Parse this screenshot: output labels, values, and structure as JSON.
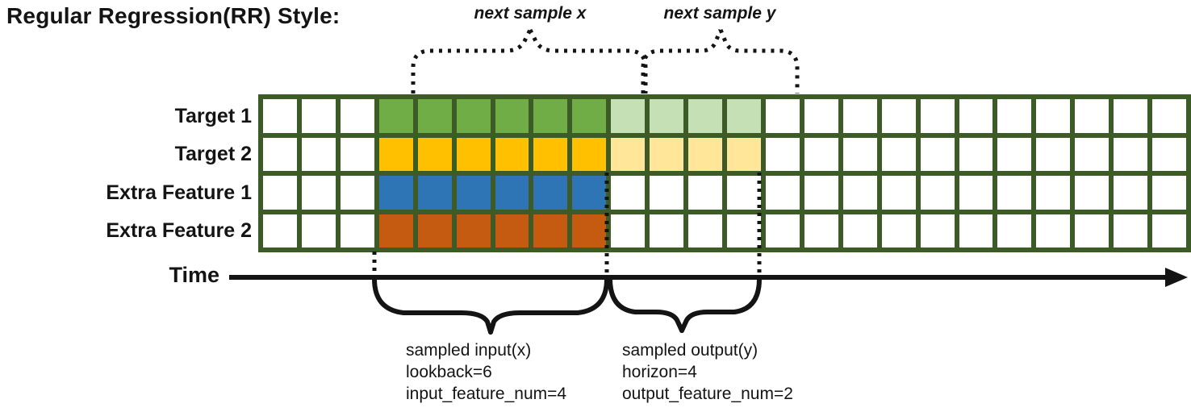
{
  "title": "Regular Regression(RR) Style:",
  "annotations": {
    "next_sample_x": "next sample x",
    "next_sample_y": "next sample y",
    "time_label": "Time",
    "input_block": {
      "line1": "sampled input(x)",
      "line2": "lookback=6",
      "line3": "input_feature_num=4"
    },
    "output_block": {
      "line1": "sampled output(y)",
      "line2": "horizon=4",
      "line3": "output_feature_num=2"
    }
  },
  "grid": {
    "columns": 24,
    "input_start_col": 3,
    "lookback": 6,
    "horizon": 4,
    "border_color": "#3c5b26",
    "empty_cell_color": "#ffffff",
    "line_color": "#141414",
    "rows": [
      {
        "label": "Target 1",
        "input_color": "#70ad47",
        "output_color": "#c5e0b4"
      },
      {
        "label": "Target 2",
        "input_color": "#ffc000",
        "output_color": "#ffe699"
      },
      {
        "label": "Extra Feature 1",
        "input_color": "#2e75b6",
        "output_color": "#ffffff"
      },
      {
        "label": "Extra Feature 2",
        "input_color": "#c55a11",
        "output_color": "#ffffff"
      }
    ]
  }
}
